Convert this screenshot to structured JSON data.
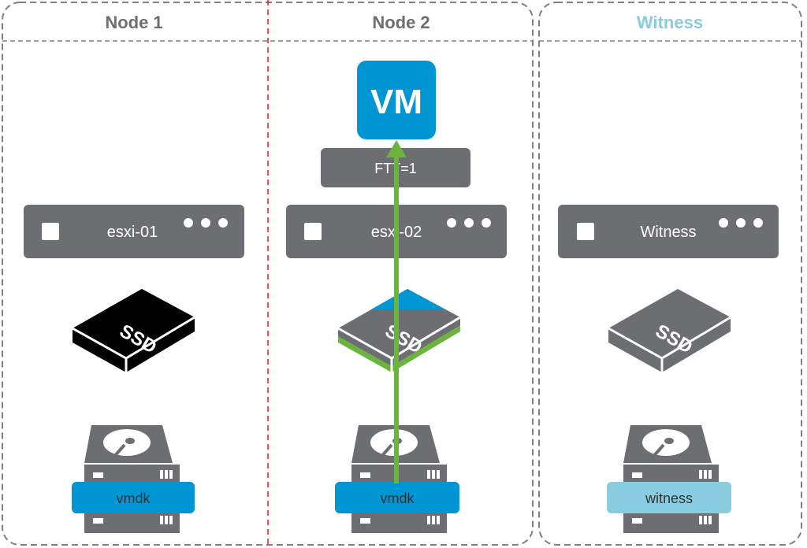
{
  "columns": {
    "node1": {
      "title": "Node 1",
      "host": "esxi-01",
      "disk_label": "vmdk"
    },
    "node2": {
      "title": "Node 2",
      "host": "esxi-02",
      "disk_label": "vmdk",
      "vm": "VM",
      "policy": "FTT=1"
    },
    "witness": {
      "title": "Witness",
      "host": "Witness",
      "disk_label": "witness"
    }
  },
  "ssd_label": "SSD",
  "colors": {
    "gray": "#6d6e71",
    "blue": "#0095d3",
    "green": "#6db33f",
    "light_blue": "#89cbdf",
    "red_divider": "#e8161b",
    "frame": "#808080"
  }
}
